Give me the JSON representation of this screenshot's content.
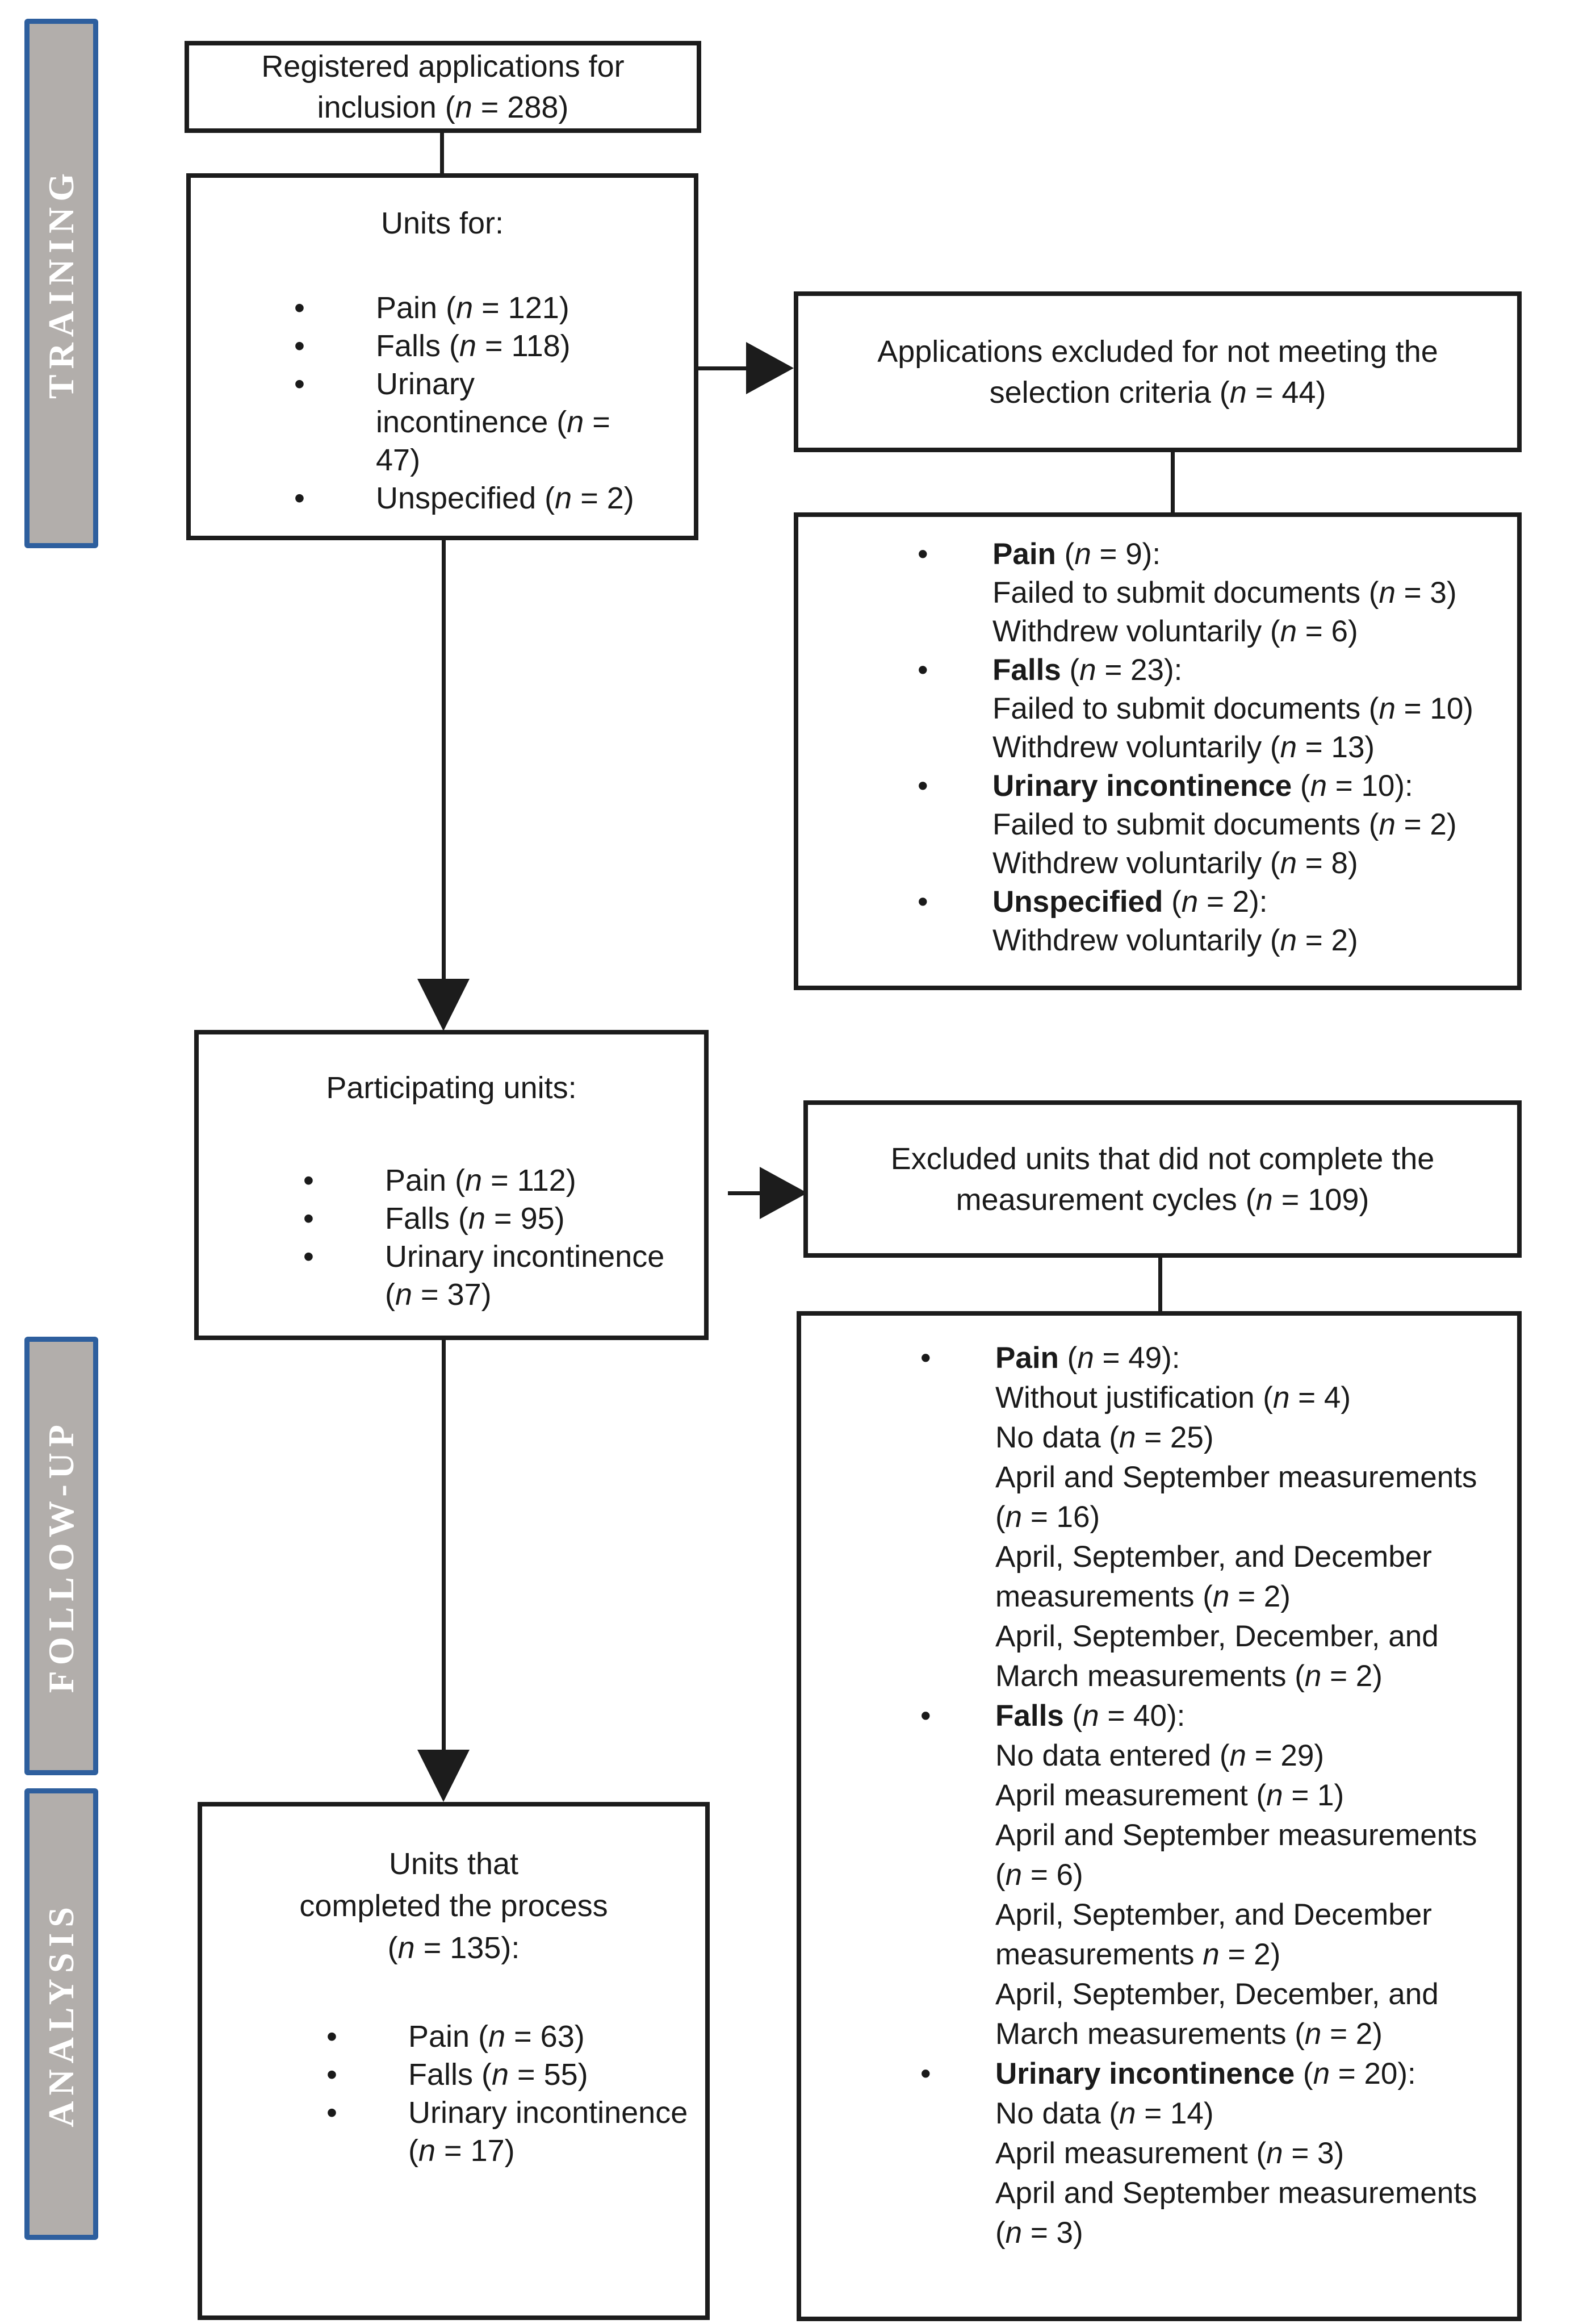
{
  "colors": {
    "band_fill": "#b2aeab",
    "band_border": "#2e5f9e",
    "band_text": "#ffffff",
    "box_border": "#1c1c1c",
    "text": "#1a1a1a"
  },
  "phases": [
    {
      "label": "TRAINING"
    },
    {
      "label": "FOLLOW-UP"
    },
    {
      "label": "ANALYSIS"
    }
  ],
  "boxes": {
    "registered": {
      "lines": [
        "Registered applications for",
        "inclusion (n = 288)"
      ]
    },
    "units_for": {
      "title": "Units for:",
      "bullets": [
        "Pain (n = 121)",
        "Falls (n = 118)",
        "Urinary\nincontinence (n =\n47)",
        "Unspecified (n = 2)"
      ]
    },
    "excluded_apps": {
      "lines": [
        "Applications excluded for not meeting the",
        "selection criteria (n = 44)"
      ]
    },
    "excluded_apps_detail": {
      "groups": [
        {
          "head_bold": "Pain",
          "head_rest": " (n = 9):",
          "items": [
            "Failed to submit documents (n = 3)",
            "Withdrew voluntarily (n = 6)"
          ]
        },
        {
          "head_bold": "Falls",
          "head_rest": " (n = 23):",
          "items": [
            "Failed to submit documents (n = 10)",
            "Withdrew voluntarily (n = 13)"
          ]
        },
        {
          "head_bold": "Urinary incontinence",
          "head_rest": " (n = 10):",
          "items": [
            "Failed to submit documents (n = 2)",
            "Withdrew voluntarily (n = 8)"
          ]
        },
        {
          "head_bold": "Unspecified",
          "head_rest": " (n = 2):",
          "items": [
            "Withdrew voluntarily (n = 2)"
          ]
        }
      ]
    },
    "participating": {
      "title": "Participating units:",
      "bullets": [
        "Pain (n = 112)",
        "Falls (n = 95)",
        "Urinary incontinence\n(n = 37)"
      ]
    },
    "excluded_units": {
      "lines": [
        "Excluded units that did not complete the",
        "measurement cycles (n = 109)"
      ]
    },
    "excluded_units_detail": {
      "groups": [
        {
          "head_bold": "Pain",
          "head_rest": " (n = 49):",
          "items": [
            "Without justification (n = 4)",
            "No data (n = 25)",
            "April and September measurements\n(n = 16)",
            "April, September, and December\nmeasurements (n = 2)",
            "April, September, December, and\nMarch measurements (n = 2)"
          ]
        },
        {
          "head_bold": "Falls",
          "head_rest": " (n = 40):",
          "items": [
            "No data entered (n = 29)",
            "April measurement (n = 1)",
            "April and September measurements\n(n = 6)",
            "April, September, and December\nmeasurements n = 2)",
            "April, September, December, and\nMarch measurements (n = 2)"
          ]
        },
        {
          "head_bold": "Urinary incontinence",
          "head_rest": " (n = 20):",
          "items": [
            "No data (n = 14)",
            "April measurement (n = 3)",
            "April and September measurements\n(n = 3)"
          ]
        }
      ]
    },
    "completed": {
      "title_lines": [
        "Units that",
        "completed the process",
        "(n = 135):"
      ],
      "bullets": [
        "Pain (n = 63)",
        "Falls (n = 55)",
        "Urinary incontinence\n(n = 17)"
      ]
    }
  }
}
